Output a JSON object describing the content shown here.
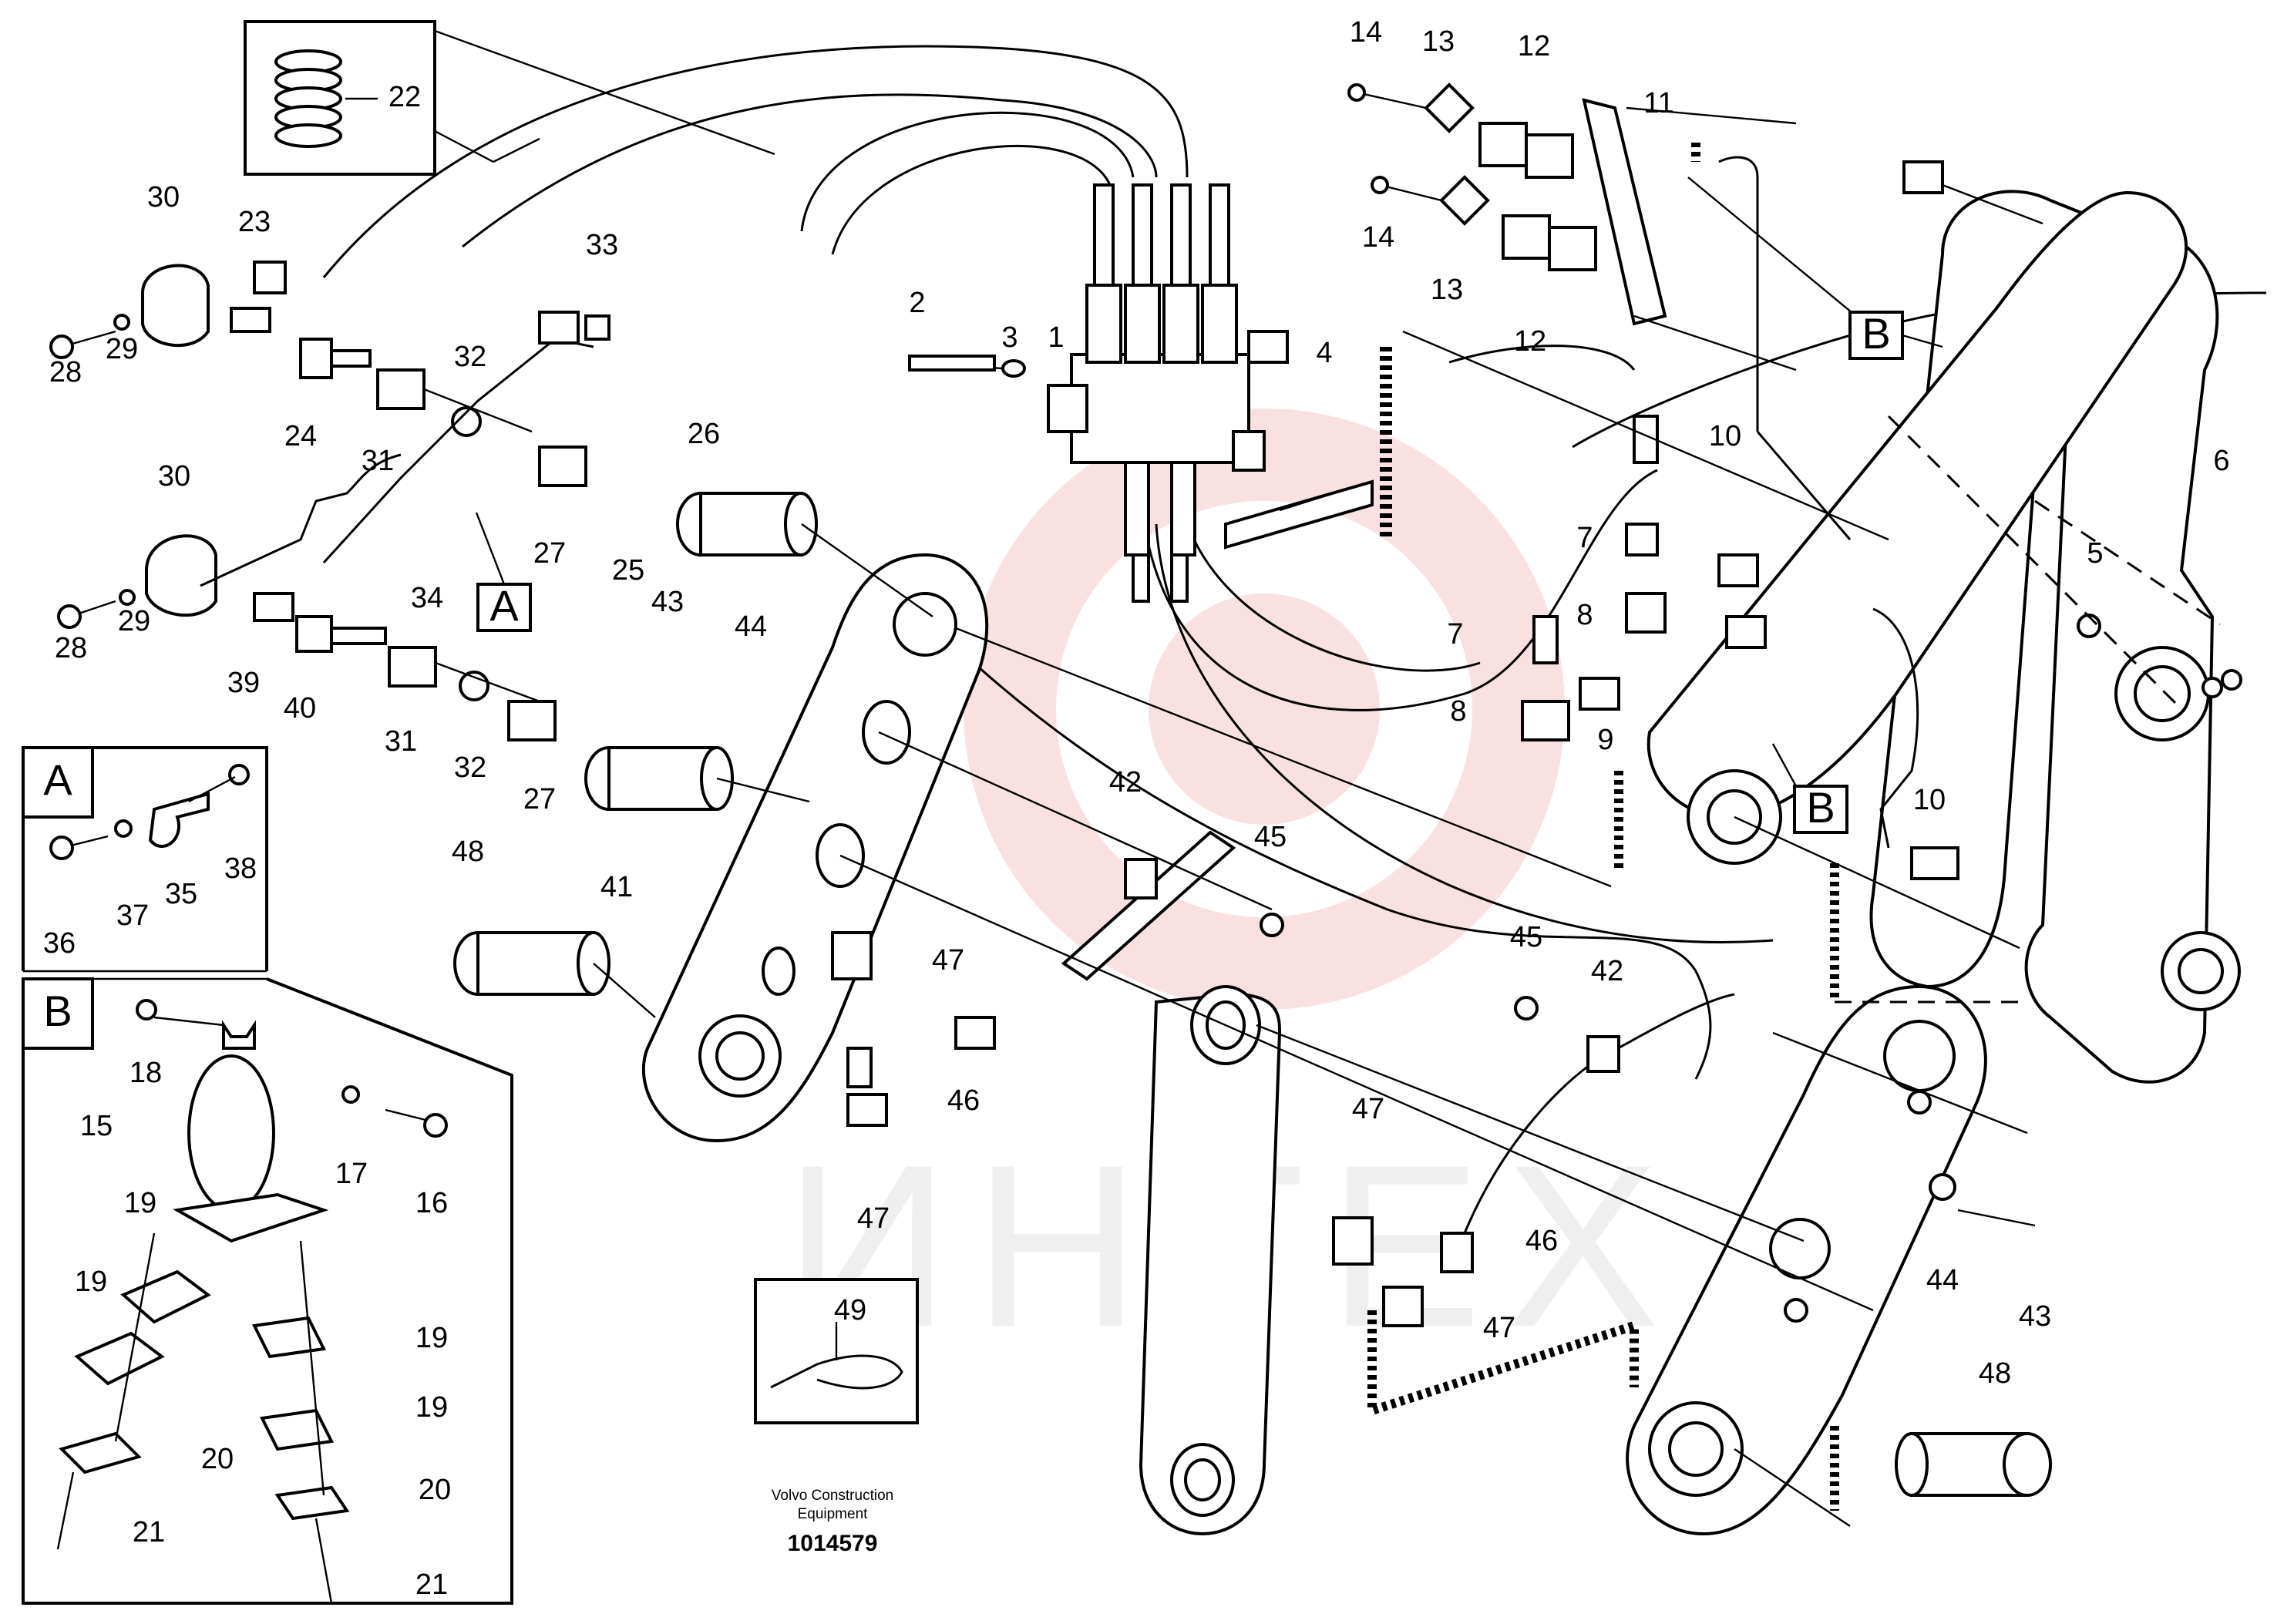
{
  "diagram": {
    "watermark_text": "ИНТЕХ",
    "caption_company": "Volvo Construction",
    "caption_company_line2": "Equipment",
    "document_number": "1014579",
    "detail_labels": {
      "A": "A",
      "B": "B"
    },
    "callouts": {
      "c1": "1",
      "c2": "2",
      "c3": "3",
      "c4": "4",
      "c5": "5",
      "c6": "6",
      "c7a": "7",
      "c7b": "7",
      "c8a": "8",
      "c8b": "8",
      "c9": "9",
      "c10a": "10",
      "c10b": "10",
      "c11": "11",
      "c12a": "12",
      "c12b": "12",
      "c13a": "13",
      "c13b": "13",
      "c14a": "14",
      "c14b": "14",
      "c15": "15",
      "c16": "16",
      "c17": "17",
      "c18": "18",
      "c19a": "19",
      "c19b": "19",
      "c19c": "19",
      "c19d": "19",
      "c20a": "20",
      "c20b": "20",
      "c21a": "21",
      "c21b": "21",
      "c22": "22",
      "c23": "23",
      "c24": "24",
      "c25": "25",
      "c26": "26",
      "c27a": "27",
      "c27b": "27",
      "c28a": "28",
      "c28b": "28",
      "c29a": "29",
      "c29b": "29",
      "c30a": "30",
      "c30b": "30",
      "c31a": "31",
      "c31b": "31",
      "c32a": "32",
      "c32b": "32",
      "c33": "33",
      "c34": "34",
      "c35": "35",
      "c36": "36",
      "c37": "37",
      "c38": "38",
      "c39": "39",
      "c40": "40",
      "c41": "41",
      "c42a": "42",
      "c42b": "42",
      "c43a": "43",
      "c43b": "43",
      "c44a": "44",
      "c44b": "44",
      "c45a": "45",
      "c45b": "45",
      "c46a": "46",
      "c46b": "46",
      "c47a": "47",
      "c47b": "47",
      "c47c": "47",
      "c47d": "47",
      "c48a": "48",
      "c48b": "48",
      "c49": "49",
      "refA": "A",
      "refB1": "B",
      "refB2": "B"
    }
  }
}
